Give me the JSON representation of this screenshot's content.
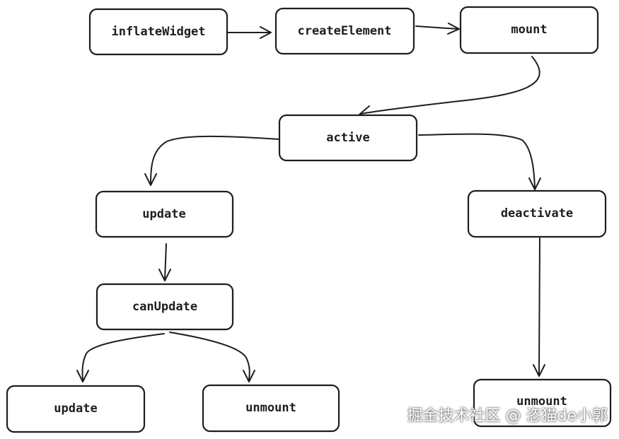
{
  "nodes": [
    {
      "id": "inflateWidget",
      "label": "inflateWidget"
    },
    {
      "id": "createElement",
      "label": "createElement"
    },
    {
      "id": "mount",
      "label": "mount"
    },
    {
      "id": "active",
      "label": "active"
    },
    {
      "id": "update_main",
      "label": "update"
    },
    {
      "id": "deactivate",
      "label": "deactivate"
    },
    {
      "id": "canUpdate",
      "label": "canUpdate"
    },
    {
      "id": "update_leaf",
      "label": "update"
    },
    {
      "id": "unmount_left",
      "label": "unmount"
    },
    {
      "id": "unmount_right",
      "label": "unmount"
    }
  ],
  "edges": [
    {
      "from": "inflateWidget",
      "to": "createElement"
    },
    {
      "from": "createElement",
      "to": "mount"
    },
    {
      "from": "mount",
      "to": "active"
    },
    {
      "from": "active",
      "to": "update_main"
    },
    {
      "from": "active",
      "to": "deactivate"
    },
    {
      "from": "update_main",
      "to": "canUpdate"
    },
    {
      "from": "canUpdate",
      "to": "update_leaf"
    },
    {
      "from": "canUpdate",
      "to": "unmount_left"
    },
    {
      "from": "deactivate",
      "to": "unmount_right"
    }
  ],
  "watermark": "掘金技术社区 @ 恣猫de小郭"
}
